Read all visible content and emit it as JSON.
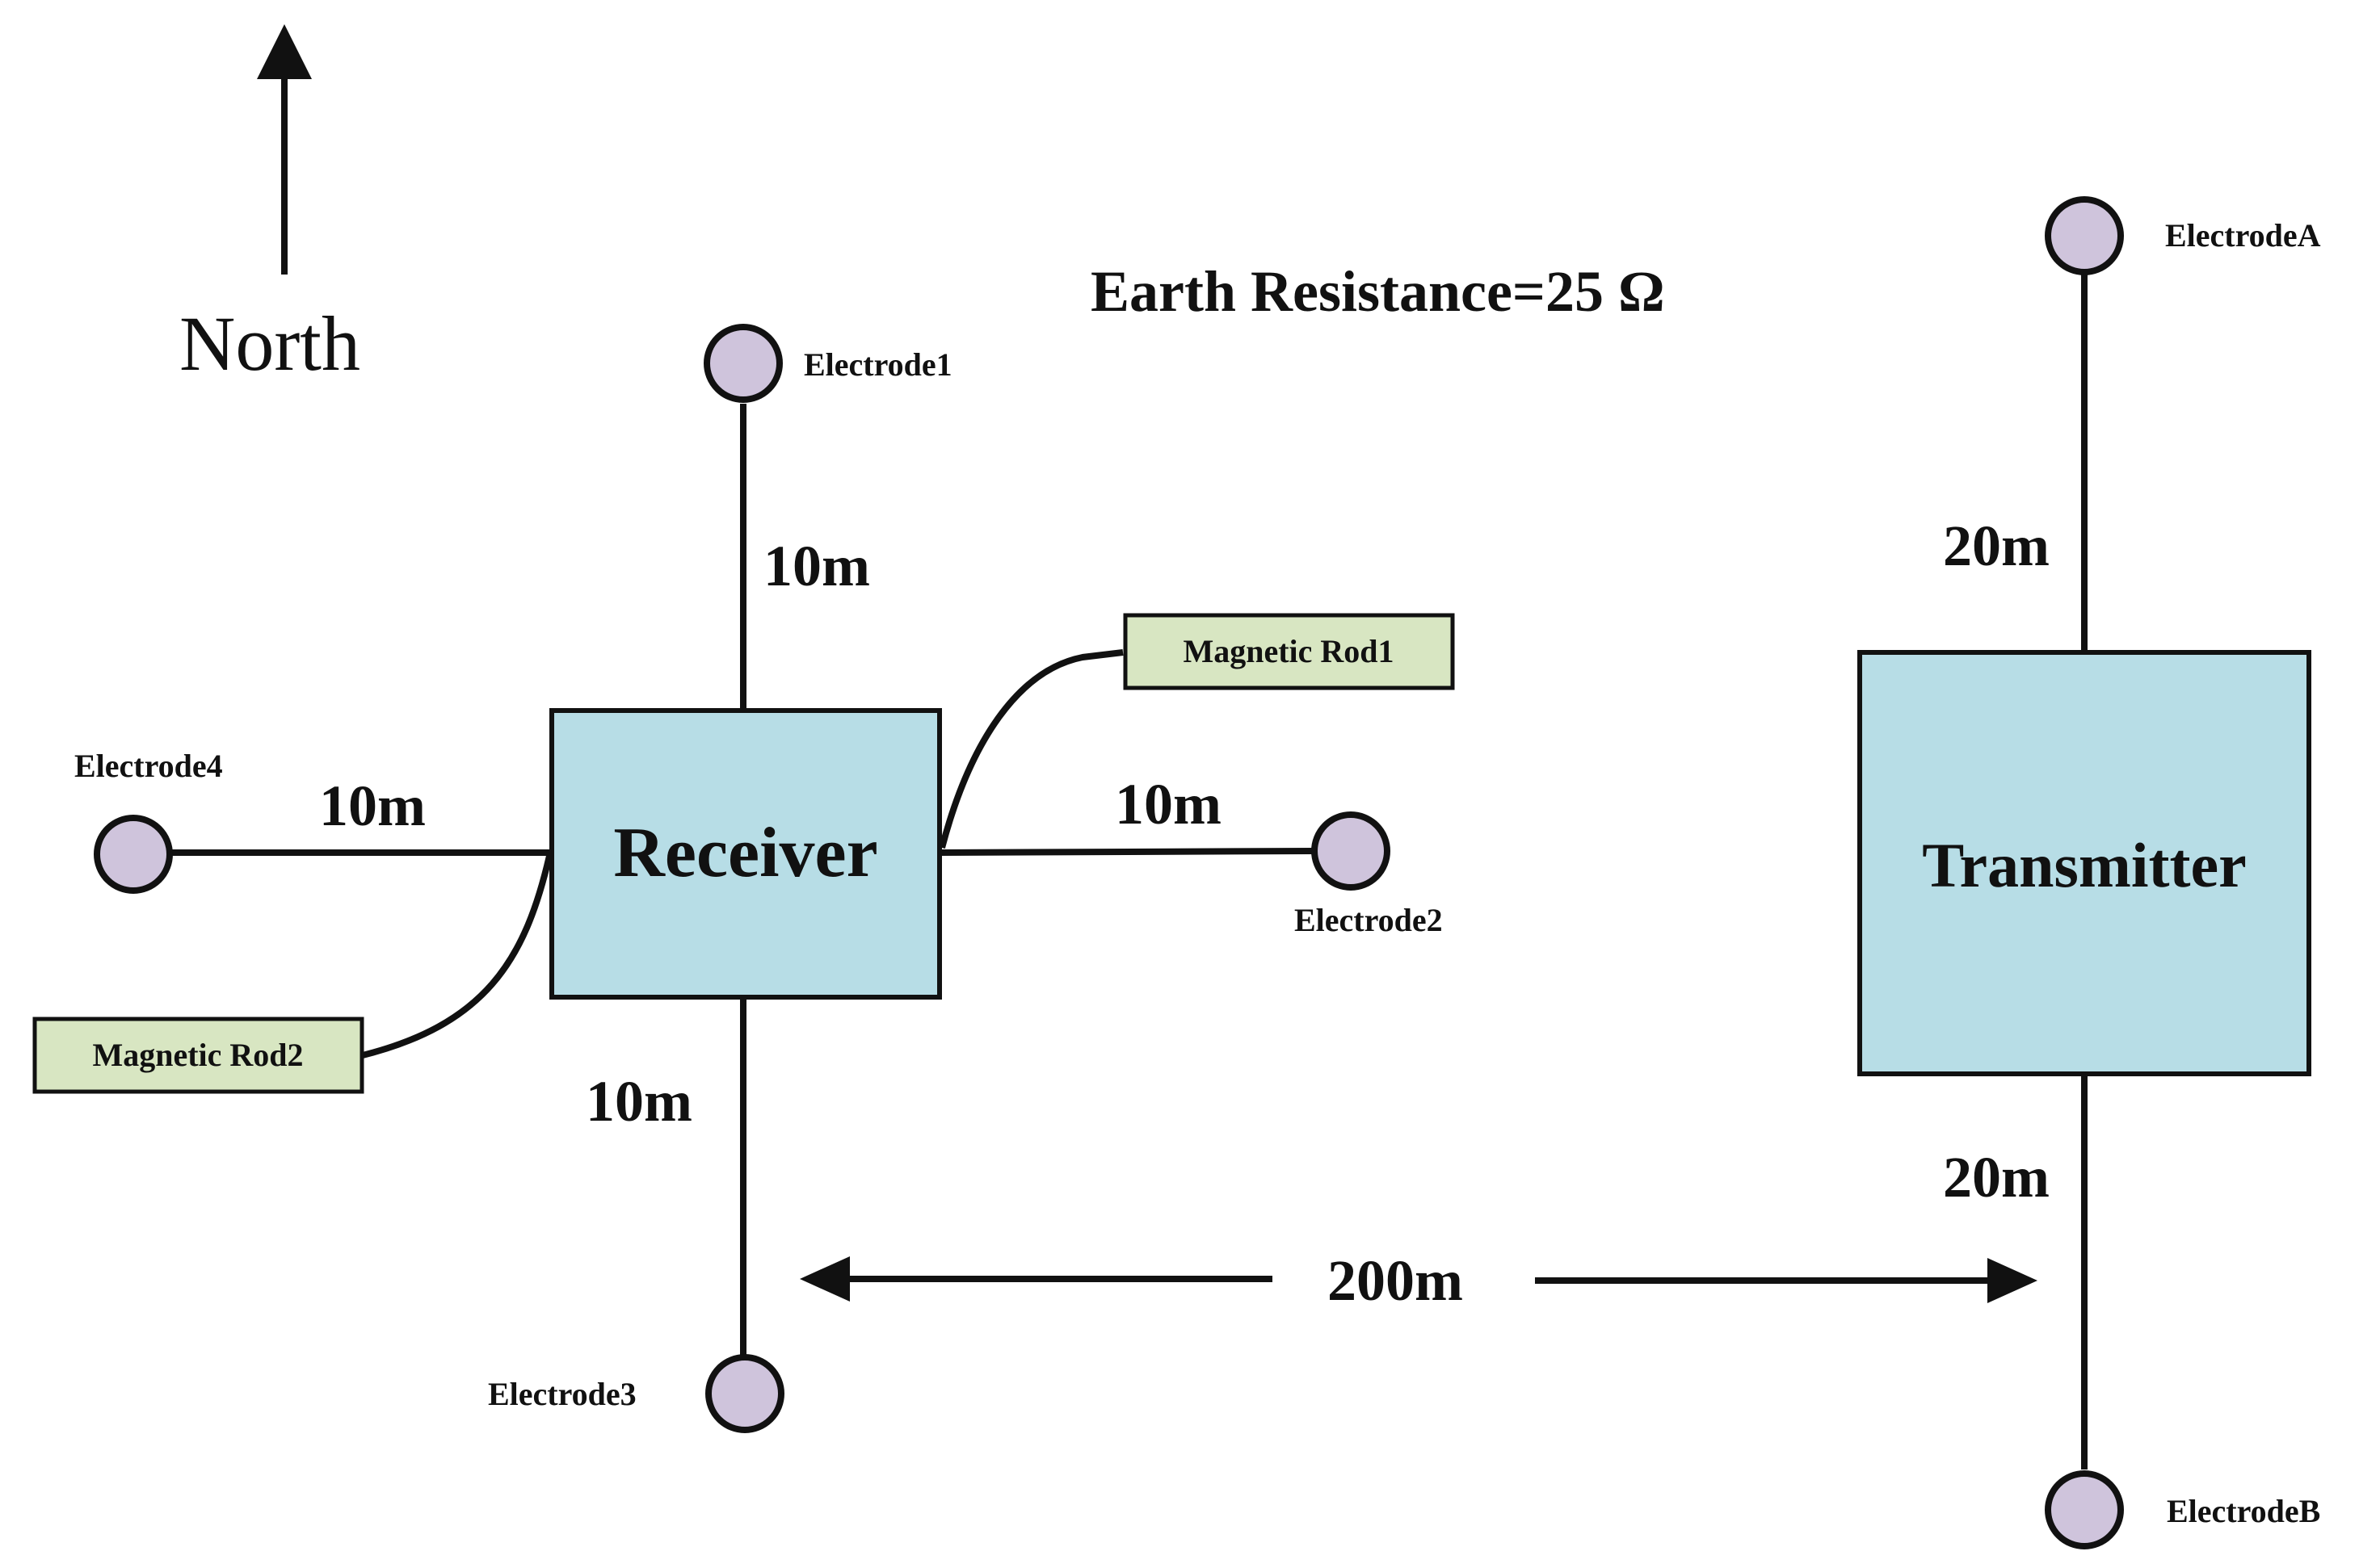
{
  "north_label": "North",
  "earth_resistance": "Earth Resistance=25 Ω",
  "receiver": {
    "label": "Receiver"
  },
  "transmitter": {
    "label": "Transmitter"
  },
  "electrodes": {
    "e1": "Electrode1",
    "e2": "Electrode2",
    "e3": "Electrode3",
    "e4": "Electrode4",
    "ea": "ElectrodeA",
    "eb": "ElectrodeB"
  },
  "rods": {
    "rod1": "Magnetic Rod1",
    "rod2": "Magnetic Rod2"
  },
  "distances": {
    "north_to_e1": "10m",
    "east_to_e2": "10m",
    "south_to_e3": "10m",
    "west_to_e4": "10m",
    "tx_to_ea": "20m",
    "tx_to_eb": "20m",
    "rx_to_tx": "200m"
  },
  "colors": {
    "box_fill": "#b7dde6",
    "rod_fill": "#d8e6c2",
    "electrode_fill": "#cfc4dc",
    "stroke": "#111111"
  }
}
